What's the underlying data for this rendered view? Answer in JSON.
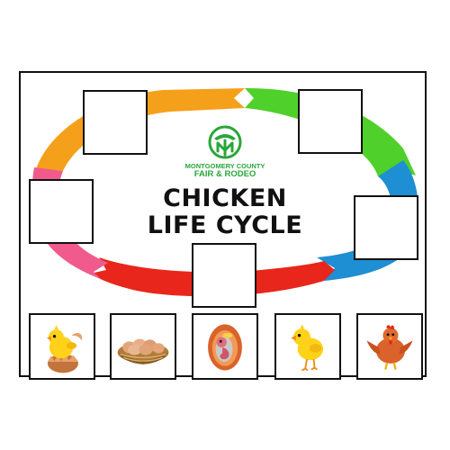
{
  "logo": {
    "line1": "MONTGOMERY COUNTY",
    "line2": "FAIR & RODEO"
  },
  "title": {
    "line1": "CHICKEN",
    "line2": "LIFE CYCLE"
  },
  "cycle_colors": [
    "#f5a01a",
    "#4fd02a",
    "#1e8fd2",
    "#e8261b",
    "#f15a8d"
  ],
  "logo_color": "#2aa63a",
  "cards": [
    {
      "name": "chick-hatching-card",
      "icon": "hatching-chick-icon"
    },
    {
      "name": "eggs-in-nest-card",
      "icon": "egg-nest-icon"
    },
    {
      "name": "embryo-in-egg-card",
      "icon": "embryo-icon"
    },
    {
      "name": "baby-chick-card",
      "icon": "chick-icon"
    },
    {
      "name": "adult-hen-card",
      "icon": "hen-icon"
    }
  ]
}
